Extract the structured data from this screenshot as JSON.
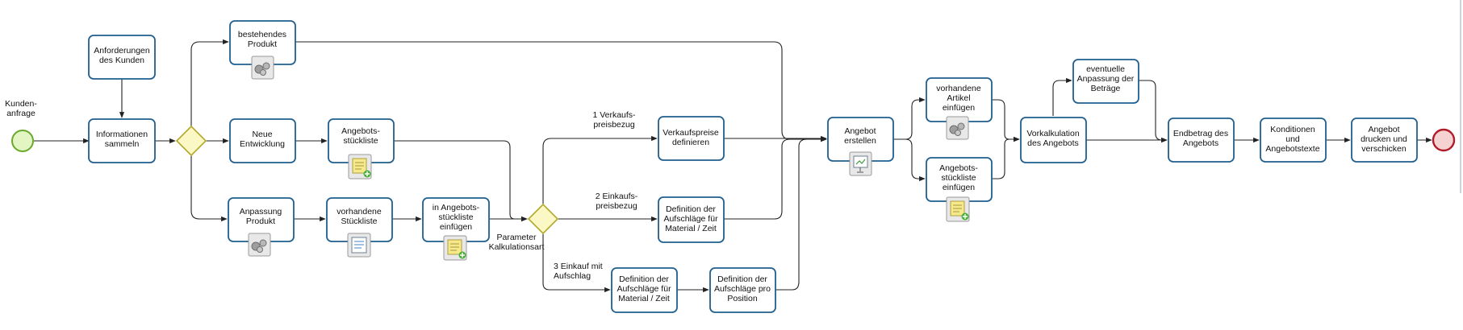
{
  "events": {
    "start_label": "Kunden-\nanfrage"
  },
  "tasks": {
    "anforderungen": "Anforderungen\ndes Kunden",
    "informationen": "Informationen\nsammeln",
    "bestehendes": "bestehendes\nProdukt",
    "neue_entwicklung": "Neue\nEntwicklung",
    "angebots_stueckliste": "Angebots-\nstückliste",
    "anpassung": "Anpassung\nProdukt",
    "vorhandene_stueckliste": "vorhandene\nStückliste",
    "in_angebots": "in Angebots-\nstückliste\neinfügen",
    "verkaufspreise": "Verkaufspreise\ndefinieren",
    "definition_1": "Definition der\nAufschläge für\nMaterial / Zeit",
    "definition_2": "Definition der\nAufschläge für\nMaterial / Zeit",
    "definition_position": "Definition der\nAufschläge pro\nPosition",
    "angebot_erstellen": "Angebot\nerstellen",
    "vorhandene_artikel": "vorhandene\nArtikel\neinfügen",
    "angebots_einfuegen": "Angebots-\nstückliste\neinfügen",
    "vorkalkulation": "Vorkalkulation\ndes Angebots",
    "eventuelle": "eventuelle\nAnpassung der\nBeträge",
    "endbetrag": "Endbetrag des\nAngebots",
    "konditionen": "Konditionen\nund\nAngebotstexte",
    "angebot_drucken": "Angebot\ndrucken und\nverschicken"
  },
  "flow_labels": {
    "parameter": "Parameter\nKalkulationsart",
    "verkaufspreisbezug": "1 Verkaufs-\npreisbezug",
    "einkaufspreisbezug": "2 Einkaufs-\npreisbezug",
    "einkauf_aufschlag": "3 Einkauf mit\nAufschlag"
  },
  "icons": {
    "subprocess": "gears-icon",
    "note": "note-add-icon",
    "list": "list-icon",
    "presentation": "presentation-icon"
  },
  "colors": {
    "task_border": "#1f5f8f",
    "gateway_fill": "#fbf8c5",
    "start_fill": "#e4f5c4",
    "end_stroke": "#b11b2a"
  }
}
